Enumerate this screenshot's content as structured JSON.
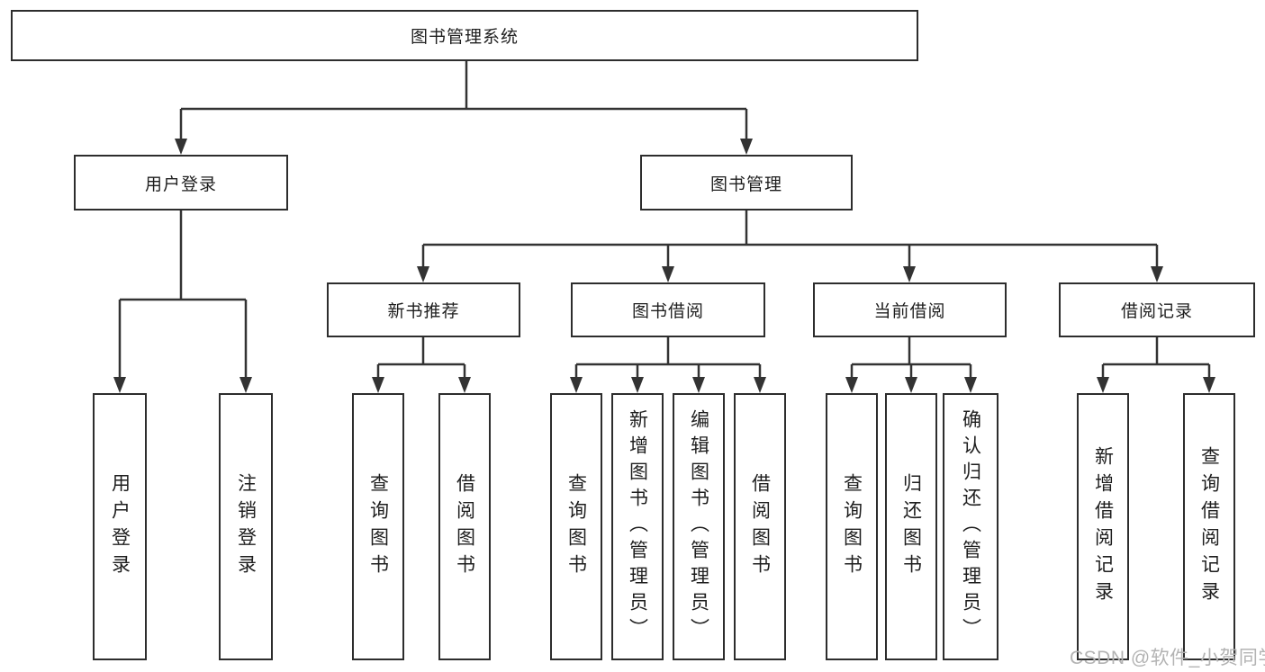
{
  "tree": {
    "root": {
      "label": "图书管理系统"
    },
    "branches": [
      {
        "label": "用户登录",
        "leaves": [
          {
            "label": "用户登录"
          },
          {
            "label": "注销登录"
          }
        ]
      },
      {
        "label": "图书管理",
        "groups": [
          {
            "label": "新书推荐",
            "leaves": [
              {
                "label": "查询图书"
              },
              {
                "label": "借阅图书"
              }
            ]
          },
          {
            "label": "图书借阅",
            "leaves": [
              {
                "label": "查询图书"
              },
              {
                "label": "新增图书（管理员）"
              },
              {
                "label": "编辑图书（管理员）"
              },
              {
                "label": "借阅图书"
              }
            ]
          },
          {
            "label": "当前借阅",
            "leaves": [
              {
                "label": "查询图书"
              },
              {
                "label": "归还图书"
              },
              {
                "label": "确认归还（管理员）"
              }
            ]
          },
          {
            "label": "借阅记录",
            "leaves": [
              {
                "label": "新增借阅记录"
              },
              {
                "label": "查询借阅记录"
              }
            ]
          }
        ]
      }
    ]
  },
  "watermark": {
    "text": "CSDN @软件_小贺同学"
  },
  "colors": {
    "line": "#333333",
    "box_border": "#2d2d2d",
    "text": "#1e1e1e",
    "watermark": "#b3b3b3",
    "background": "#ffffff"
  }
}
